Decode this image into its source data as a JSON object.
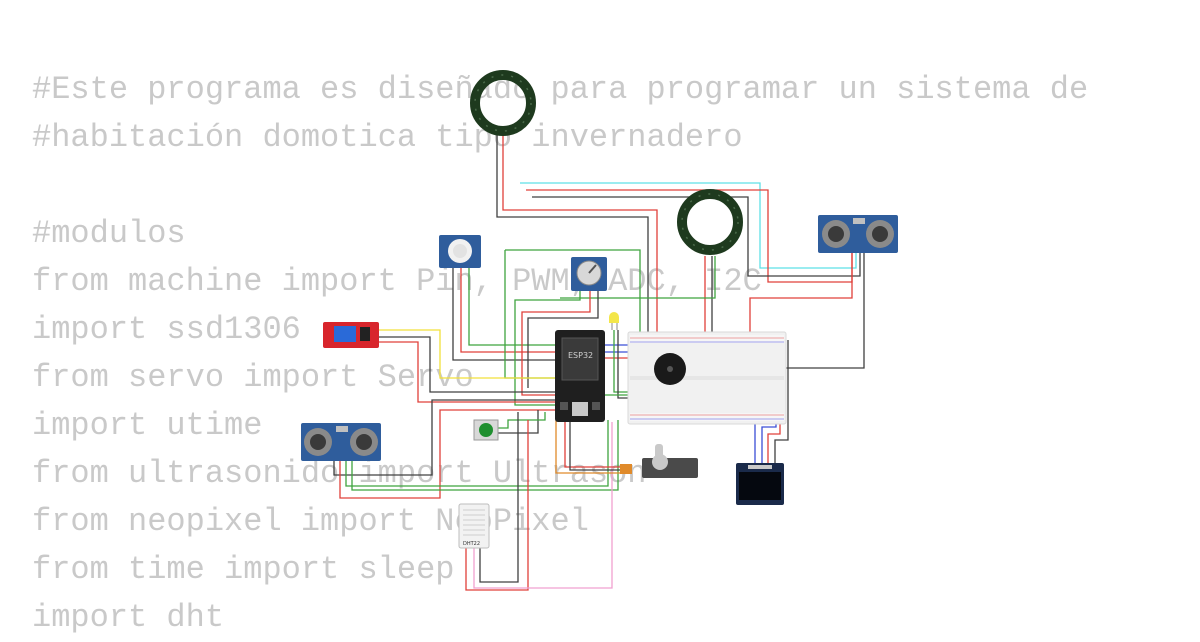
{
  "code": {
    "lines": [
      "#Este programa es diseñado para programar un sistema de",
      "#habitación domotica tipo invernadero",
      "",
      "#modulos",
      "from machine import Pin, PWM, ADC, I2C",
      "import ssd1306",
      "from servo import Servo",
      "import utime",
      "from ultrasonido import Ultrason",
      "from neopixel import NeoPixel",
      "from time import sleep",
      "import dht"
    ]
  },
  "circuit": {
    "board_label": "ESP32",
    "sensor_label": "DHT22",
    "colors": {
      "code_text": "#c9c9c9",
      "wire_red": "#e0403a",
      "wire_black": "#404040",
      "wire_green": "#3fa33f",
      "wire_cyan": "#5ee0e6",
      "wire_blue": "#3b4fd6",
      "wire_yellow": "#f2e03a",
      "wire_pink": "#f0a0d0",
      "ultrasonic_blue": "#2f5d9c",
      "relay_red": "#d8252c",
      "neopixel_ring": "#1e3a1e"
    }
  }
}
